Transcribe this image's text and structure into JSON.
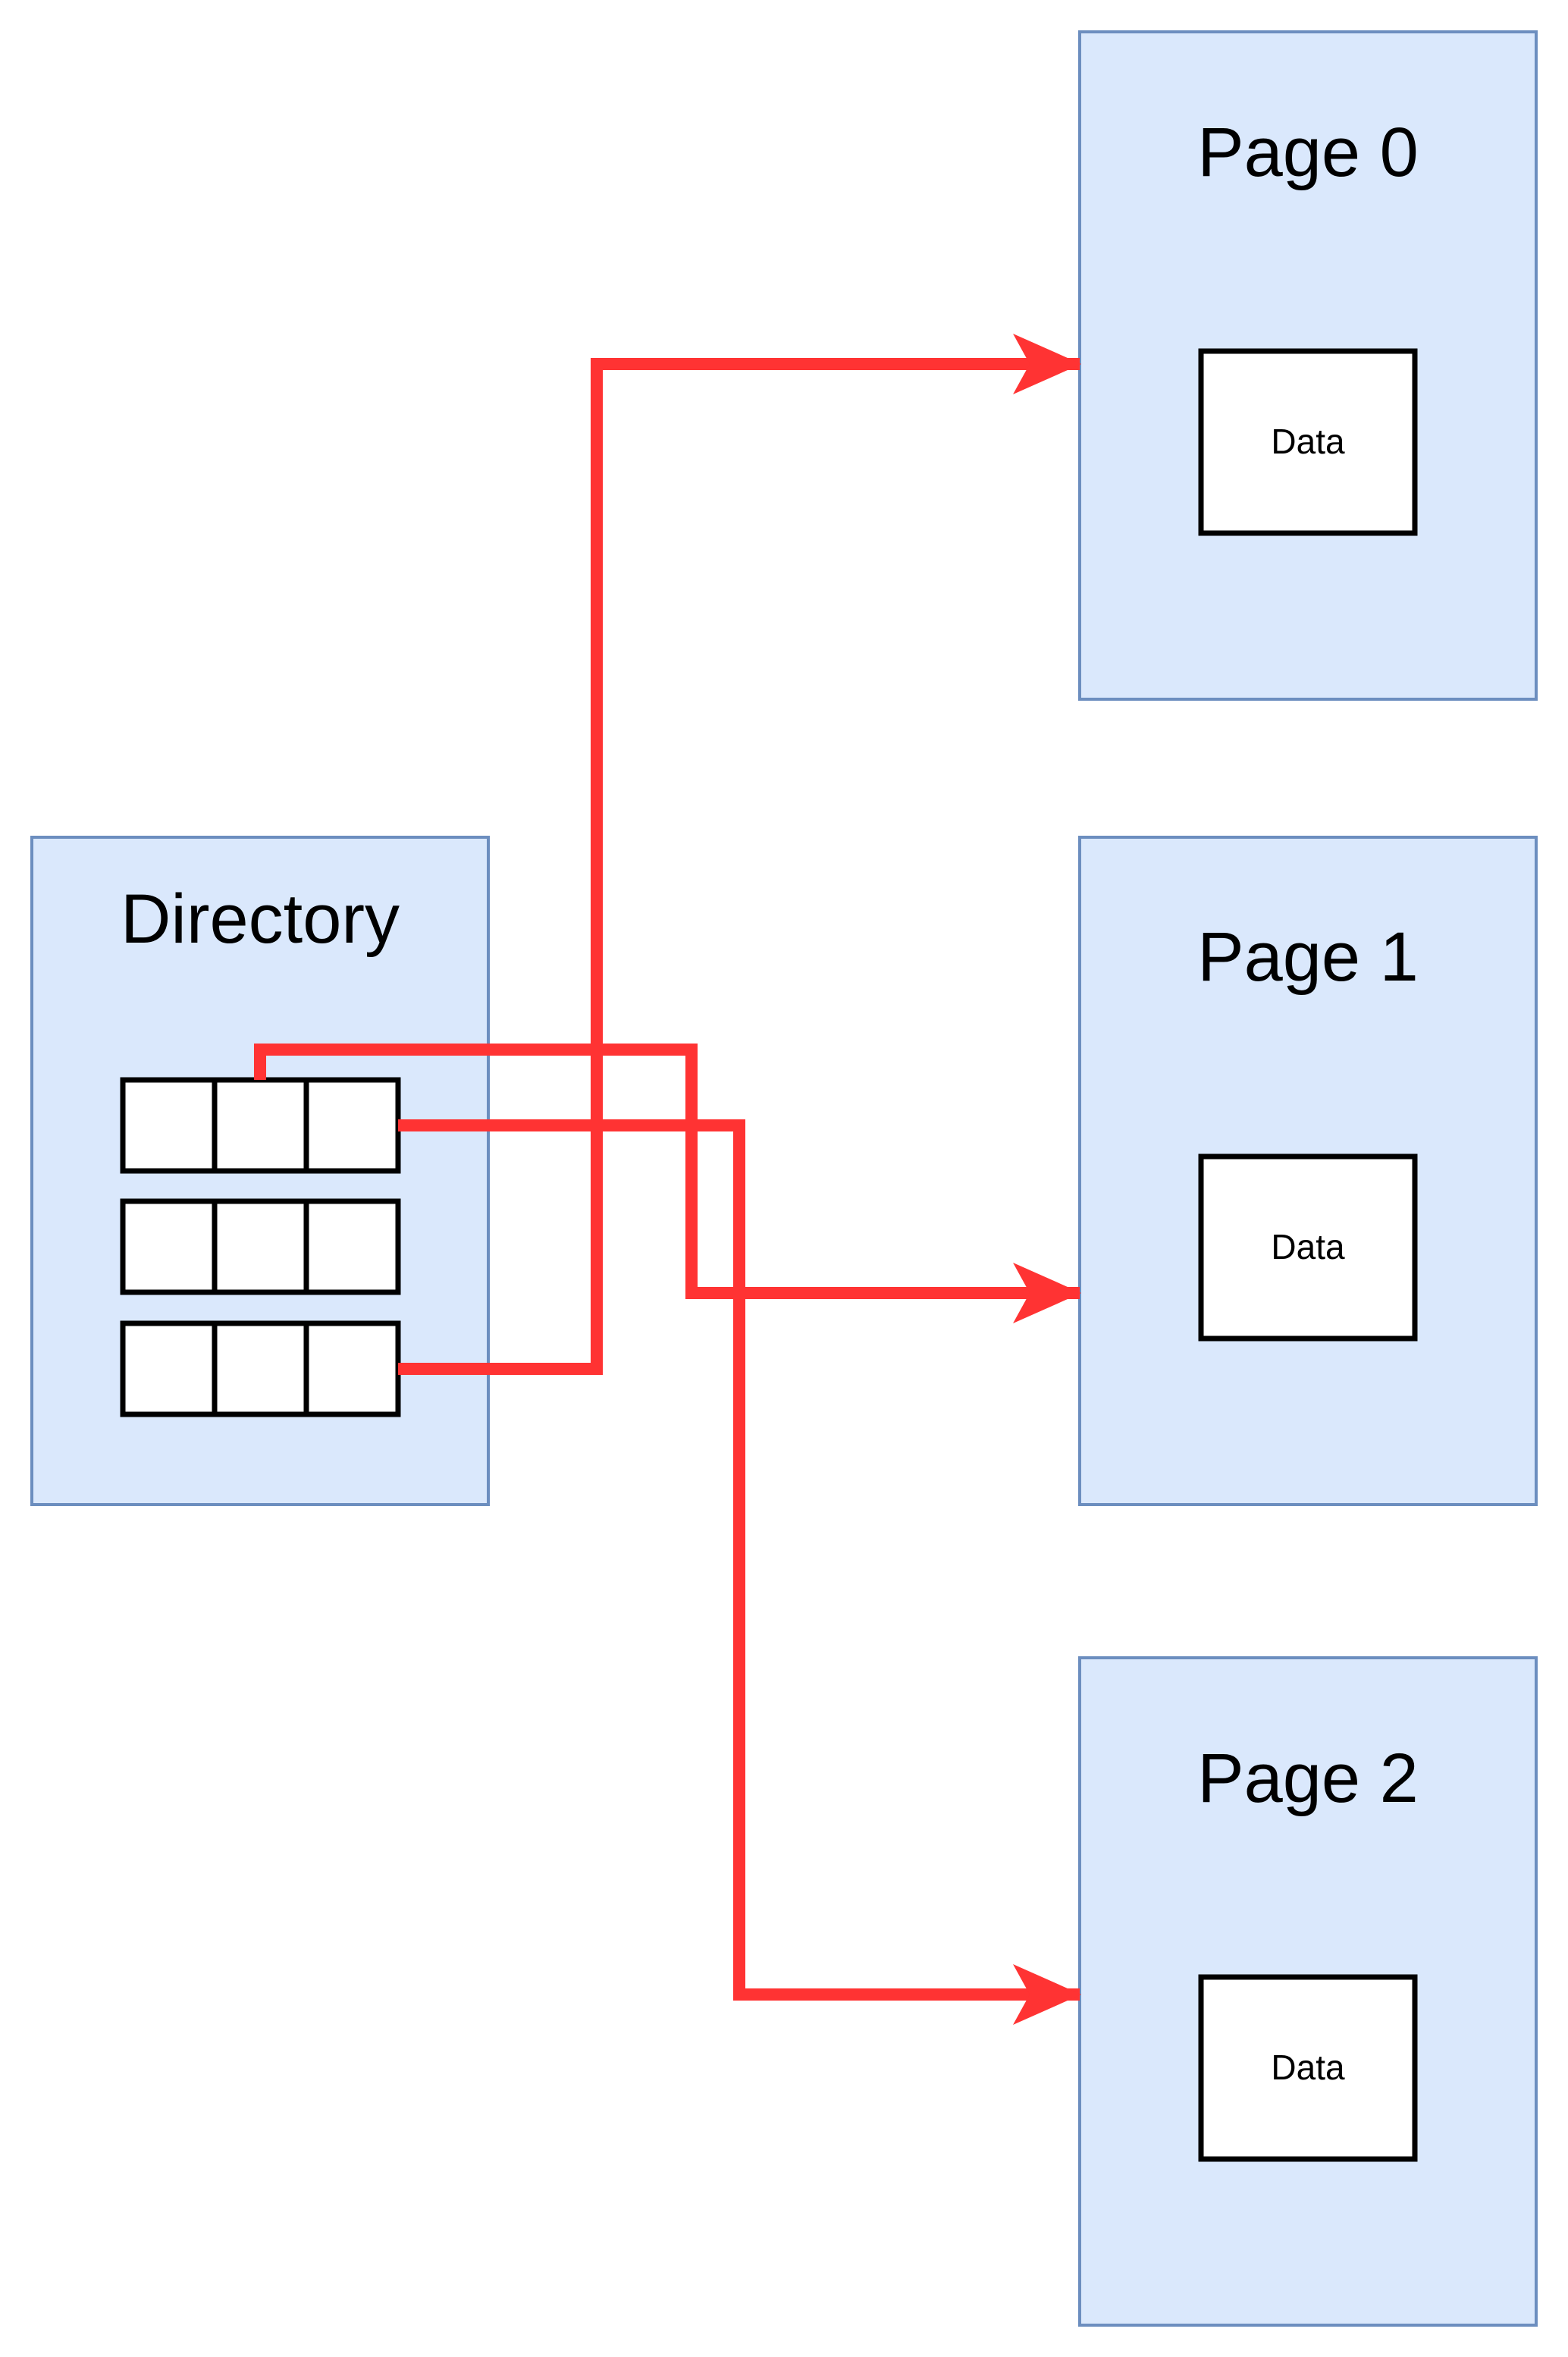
{
  "directory": {
    "title": "Directory"
  },
  "pages": [
    {
      "title": "Page 0",
      "data_label": "Data"
    },
    {
      "title": "Page 1",
      "data_label": "Data"
    },
    {
      "title": "Page 2",
      "data_label": "Data"
    }
  ],
  "colors": {
    "box_fill": "#dae8fc",
    "box_stroke": "#6c8ebf",
    "arrow": "#ff3333",
    "cell_stroke": "#000000",
    "data_fill": "#ffffff"
  }
}
